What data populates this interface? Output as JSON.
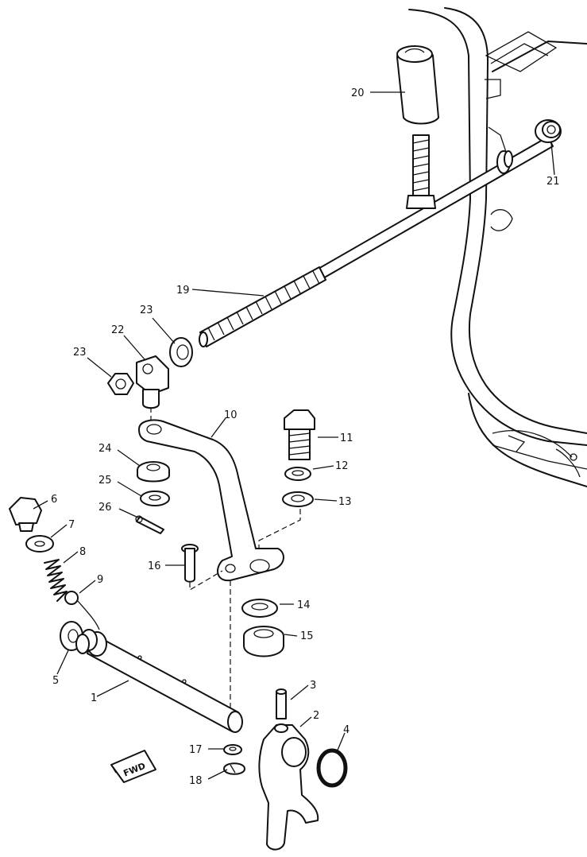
{
  "diagram": {
    "badge_text": "FWD",
    "callouts": {
      "p1": "1",
      "p2": "2",
      "p3": "3",
      "p4": "4",
      "p5": "5",
      "p6": "6",
      "p7": "7",
      "p8": "8",
      "p9": "9",
      "p10": "10",
      "p11": "11",
      "p12": "12",
      "p13": "13",
      "p14": "14",
      "p15": "15",
      "p16": "16",
      "p17": "17",
      "p18": "18",
      "p19": "19",
      "p20": "20",
      "p21": "21",
      "p22": "22",
      "p23a": "23",
      "p23b": "23",
      "p24": "24",
      "p25": "25",
      "p26": "26"
    }
  }
}
